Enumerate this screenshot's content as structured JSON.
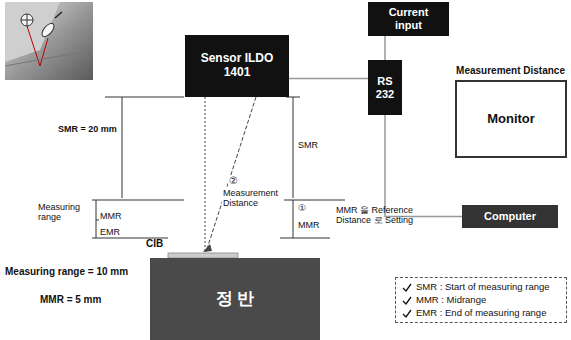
{
  "diagram": {
    "nodes": [
      {
        "text": [
          "Current input"
        ]
      },
      {
        "text": [
          "Sensor ILDO 1401"
        ]
      },
      {
        "text": [
          "RS 232"
        ]
      },
      {
        "text": [
          "Measurement Distance",
          "Monitor"
        ]
      },
      {
        "text": [
          "Computer"
        ]
      },
      {
        "text": [
          "정 반"
        ]
      }
    ],
    "edges": [
      {
        "from": 1,
        "to": 2,
        "arrow": "none"
      },
      {
        "from": 0,
        "to": 2,
        "arrow": "none"
      },
      {
        "from": 2,
        "to": 4,
        "arrow": "none"
      }
    ],
    "labels": [
      "SMR = 20 mm",
      "SMR",
      "②",
      "Measurement Distance",
      "①",
      "MMR",
      "MMR 을 Reference Distance 로 Setting",
      "Measuring range",
      "MMR",
      "EMR",
      "CIB",
      "Measuring range = 10 mm",
      "MMR = 5 mm"
    ],
    "legend": [
      {
        "text": "SMR : Start of measuring range"
      },
      {
        "text": "MMR : Midrange"
      },
      {
        "text": "EMR : End of measuring range"
      }
    ]
  }
}
